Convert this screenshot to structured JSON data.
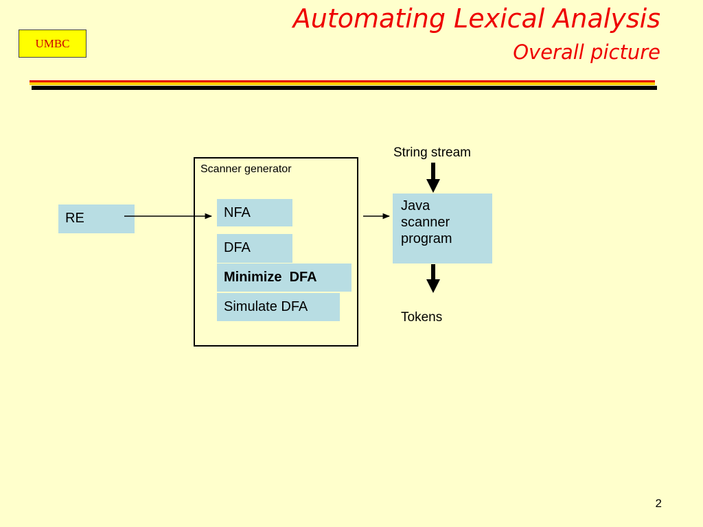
{
  "logo": "UMBC",
  "title": "Automating Lexical Analysis",
  "subtitle": "Overall picture",
  "diagram": {
    "input": "RE",
    "generator_label": "Scanner generator",
    "steps": [
      "NFA",
      "DFA",
      "Minimize  DFA",
      "Simulate DFA"
    ],
    "input_stream": "String stream",
    "program_lines": [
      "Java",
      "scanner",
      "program"
    ],
    "output": "Tokens"
  },
  "page_number": "2",
  "colors": {
    "background": "#ffffcc",
    "title": "#ee0000",
    "box_fill": "#b8dde3",
    "logo_fill": "#ffff00"
  }
}
